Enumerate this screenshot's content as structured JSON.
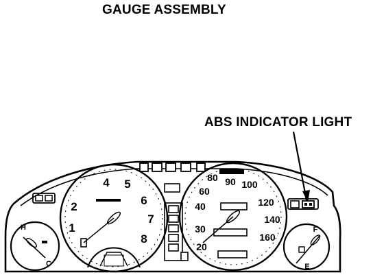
{
  "title": "GAUGE ASSEMBLY",
  "callout": "ABS INDICATOR LIGHT",
  "tachometer": {
    "labels": [
      "1",
      "2",
      "4",
      "5",
      "6",
      "7",
      "8"
    ]
  },
  "speedometer": {
    "labels": [
      "20",
      "30",
      "40",
      "60",
      "80",
      "90",
      "100",
      "120",
      "140",
      "160"
    ]
  },
  "fuel_gauge": {
    "labels": [
      "F",
      "E"
    ]
  },
  "temp_gauge": {
    "labels": [
      "H",
      "C"
    ]
  },
  "colors": {
    "ink": "#000000",
    "paper": "#ffffff"
  }
}
